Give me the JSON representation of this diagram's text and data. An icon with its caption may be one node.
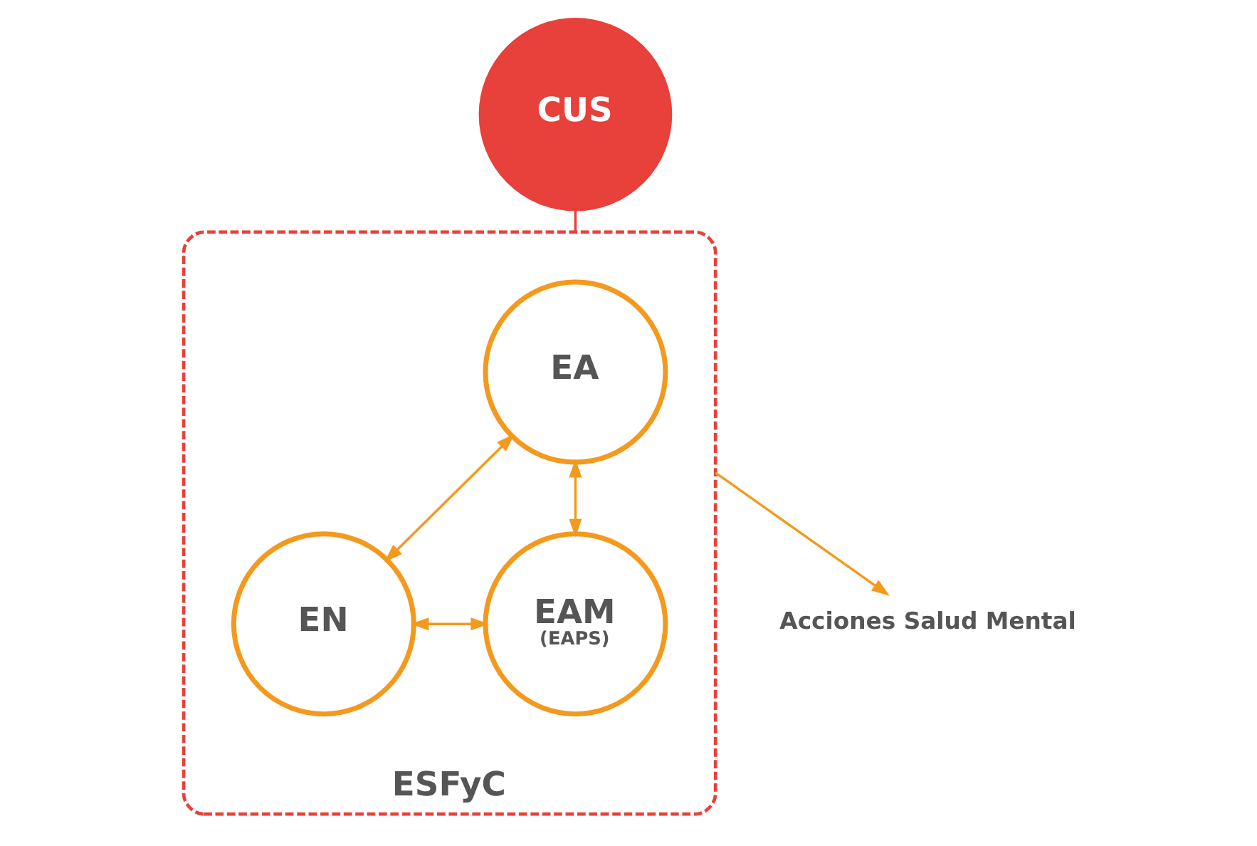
{
  "diagram": {
    "nodes": [
      {
        "text": [
          "CUS"
        ]
      },
      {
        "text": [
          "ESFyC"
        ]
      },
      {
        "text": [
          "EA"
        ],
        "in": 1
      },
      {
        "text": [
          "EN"
        ],
        "in": 1
      },
      {
        "text": [
          "EAM",
          "(EAPS)"
        ],
        "in": 1
      },
      {
        "text": [
          "Acciones Salud Mental"
        ]
      }
    ],
    "edges": [
      {
        "from": 0,
        "to": 1,
        "arrow": "none",
        "color": "#e8403a"
      },
      {
        "from": 2,
        "to": 3,
        "arrow": "both"
      },
      {
        "from": 2,
        "to": 4,
        "arrow": "both"
      },
      {
        "from": 3,
        "to": 4,
        "arrow": "both"
      },
      {
        "from": 1,
        "to": 5,
        "arrow": "to"
      }
    ]
  }
}
